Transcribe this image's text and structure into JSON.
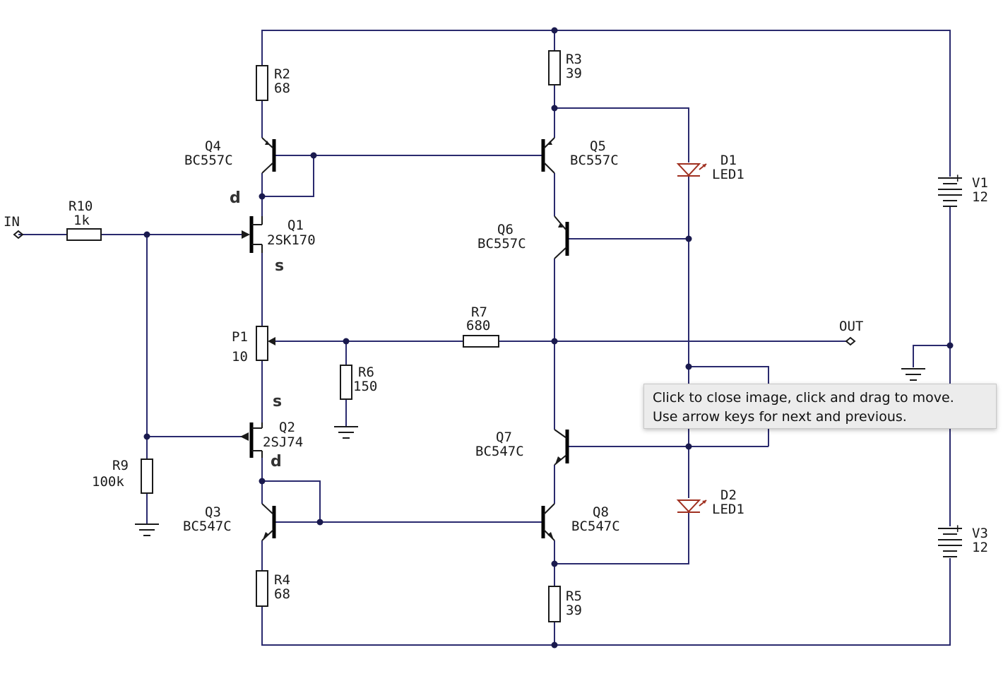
{
  "terminals": {
    "in": "IN",
    "out": "OUT"
  },
  "components": {
    "R10": {
      "ref": "R10",
      "value": "1k"
    },
    "R2": {
      "ref": "R2",
      "value": "68"
    },
    "R3": {
      "ref": "R3",
      "value": "39"
    },
    "R4": {
      "ref": "R4",
      "value": "68"
    },
    "R5": {
      "ref": "R5",
      "value": "39"
    },
    "R6": {
      "ref": "R6",
      "value": "150"
    },
    "R7": {
      "ref": "R7",
      "value": "680"
    },
    "R9": {
      "ref": "R9",
      "value": "100k"
    },
    "P1": {
      "ref": "P1",
      "value": "10"
    },
    "Q1": {
      "ref": "Q1",
      "value": "2SK170"
    },
    "Q2": {
      "ref": "Q2",
      "value": "2SJ74"
    },
    "Q3": {
      "ref": "Q3",
      "value": "BC547C"
    },
    "Q4": {
      "ref": "Q4",
      "value": "BC557C"
    },
    "Q5": {
      "ref": "Q5",
      "value": "BC557C"
    },
    "Q6": {
      "ref": "Q6",
      "value": "BC557C"
    },
    "Q7": {
      "ref": "Q7",
      "value": "BC547C"
    },
    "Q8": {
      "ref": "Q8",
      "value": "BC547C"
    },
    "D1": {
      "ref": "D1",
      "value": "LED1"
    },
    "D2": {
      "ref": "D2",
      "value": "LED1"
    },
    "V1": {
      "ref": "V1",
      "value": "12",
      "polarity": "+"
    },
    "V3": {
      "ref": "V3",
      "value": "12",
      "polarity": "+"
    }
  },
  "pins": {
    "q1_drain": "d",
    "q1_source": "s",
    "q2_source": "s",
    "q2_drain": "d"
  },
  "tooltip": {
    "line1": "Click to close image, click and drag to move.",
    "line2": "Use arrow keys for next and previous."
  },
  "colors": {
    "wire": "#2a2a6e",
    "led": "#a03020",
    "tooltip_bg": "#ececec"
  }
}
